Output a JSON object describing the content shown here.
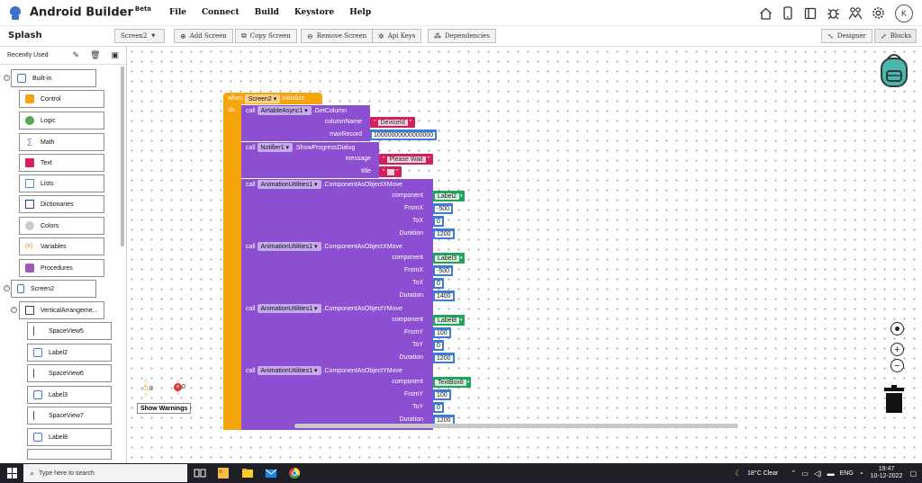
{
  "app": {
    "title": "Android Builder",
    "badge": "Beta",
    "avatar_letter": "K"
  },
  "menu": [
    "File",
    "Connect",
    "Build",
    "Keystore",
    "Help"
  ],
  "toolbar": {
    "screen_title": "Splash",
    "screen_selector": "Screen2",
    "buttons": [
      "Add Screen",
      "Copy Screen",
      "Remove Screen",
      "Api Keys",
      "Dependencies"
    ],
    "designer": "Designer",
    "blocks": "Blocks"
  },
  "palette": {
    "recently_used": "Recently Used",
    "builtin": "Built-in",
    "categories": [
      "Control",
      "Logic",
      "Math",
      "Text",
      "Lists",
      "Dictionaries",
      "Colors",
      "Variables",
      "Procedures"
    ],
    "screen": "Screen2",
    "arrangement": "VerticalArrangeme...",
    "children": [
      "SpaceView5",
      "Label2",
      "SpaceView6",
      "Label3",
      "SpaceView7",
      "Label8"
    ]
  },
  "blocks": {
    "event": {
      "when": "when",
      "component": "Screen2",
      "event": "Initialize",
      "do": "do"
    },
    "call1": {
      "call": "call",
      "component": "AirtableAsync1",
      "method": ".GetColumn",
      "arg1_label": "columnName",
      "arg1_value": "DeviceId",
      "arg2_label": "maxRecord",
      "arg2_value": "10000000000000000"
    },
    "call2": {
      "call": "call",
      "component": "Notifier1",
      "method": ".ShowProgressDialog",
      "arg1_label": "message",
      "arg1_value": "Please Wait",
      "arg2_label": "title",
      "arg2_value": ""
    },
    "anim": [
      {
        "call": "call",
        "component": "AnimationUtilities1",
        "method": ".ComponentAsObjectXMove",
        "component_label": "component",
        "target": "Label2",
        "from_label": "FromX",
        "from": "-500",
        "to_label": "ToX",
        "to": "0",
        "dur_label": "Duration",
        "duration": "1200"
      },
      {
        "call": "call",
        "component": "AnimationUtilities1",
        "method": ".ComponentAsObjectXMove",
        "component_label": "component",
        "target": "Label3",
        "from_label": "FromX",
        "from": "-500",
        "to_label": "ToX",
        "to": "0",
        "dur_label": "Duration",
        "duration": "1400"
      },
      {
        "call": "call",
        "component": "AnimationUtilities1",
        "method": ".ComponentAsObjectYMove",
        "component_label": "component",
        "target": "Label8",
        "from_label": "FromY",
        "from": "100",
        "to_label": "ToY",
        "to": "0",
        "dur_label": "Duration",
        "duration": "1200"
      },
      {
        "call": "call",
        "component": "AnimationUtilities1",
        "method": ".ComponentAsObjectYMove",
        "component_label": "component",
        "target": "TextBox8",
        "from_label": "FromY",
        "from": "100",
        "to_label": "ToY",
        "to": "0",
        "dur_label": "Duration",
        "duration": "1200"
      }
    ]
  },
  "warnings": {
    "warning_count": "0",
    "error_count": "0",
    "show_label": "Show Warnings"
  },
  "taskbar": {
    "search_placeholder": "Type here to search",
    "weather": "18°C  Clear",
    "lang": "ENG",
    "time": "19:47",
    "date": "10-12-2022"
  }
}
